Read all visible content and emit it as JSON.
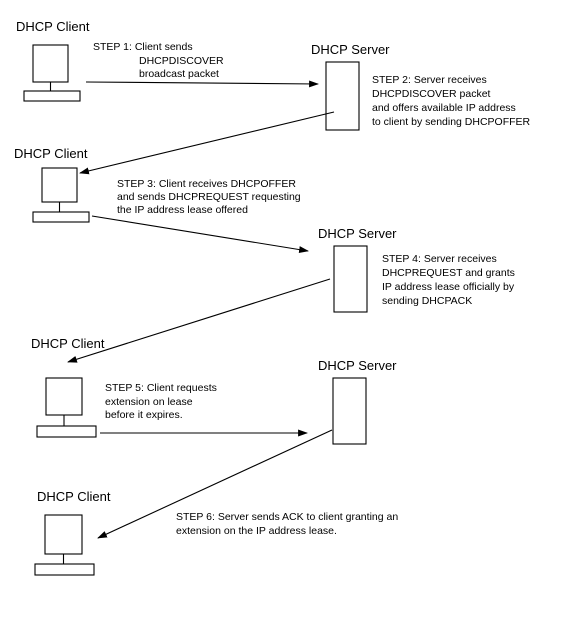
{
  "diagram": {
    "client_label": "DHCP Client",
    "server_label": "DHCP Server",
    "steps": [
      {
        "lines": [
          "STEP 1: Client sends",
          "DHCPDISCOVER",
          "broadcast packet"
        ]
      },
      {
        "lines": [
          "STEP 2: Server receives",
          "DHCPDISCOVER packet",
          "and offers available IP address",
          "to client by sending DHCPOFFER"
        ]
      },
      {
        "lines": [
          "STEP 3: Client receives DHCPOFFER",
          "and sends DHCPREQUEST requesting",
          "the IP address lease offered"
        ]
      },
      {
        "lines": [
          "STEP 4: Server receives",
          "DHCPREQUEST and grants",
          "IP address lease officially by",
          "sending DHCPACK"
        ]
      },
      {
        "lines": [
          "STEP 5: Client requests",
          "extension on lease",
          "before it expires."
        ]
      },
      {
        "lines": [
          "STEP 6: Server sends ACK to client granting an",
          "extension on the IP address lease."
        ]
      }
    ]
  }
}
